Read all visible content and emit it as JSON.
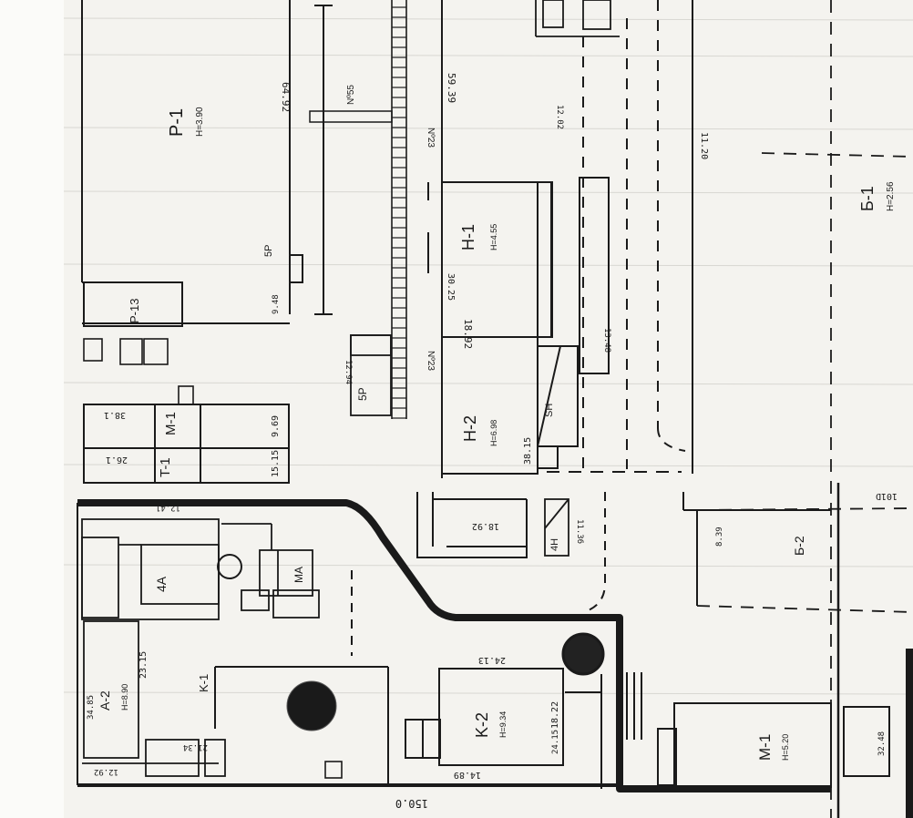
{
  "plan": {
    "colors": {
      "ink": "#1a1a1a",
      "paper": "#f4f3ef",
      "faint": "#9a9a96"
    },
    "labels": {
      "p1": "P-1",
      "p1_h": "H=3.90",
      "dim_6492": "64.92",
      "dim_5939": "59.39",
      "n55": "Nº55",
      "n23a": "Nº23",
      "n23b": "Nº23",
      "h1": "H-1",
      "h1_h": "H=4.55",
      "h2": "H-2",
      "h2_h": "H=6.98",
      "dim_3025": "30.25",
      "dim_1892a": "18.92",
      "dim_1892b": "18.92",
      "dim_3815": "38.15",
      "dim_1348": "13.48",
      "dim_1202": "12.02",
      "dim_1122": "11.20",
      "b1": "Б-1",
      "b1_h": "H=2.56",
      "b2": "Б-2",
      "dim_839": "8.39",
      "p13": "P-13",
      "dim_948": "9.48",
      "m1": "M-1",
      "t1": "T-1",
      "dim_381": "38.1",
      "dim_1515": "15.15",
      "dim_261": "26.1",
      "dim_969": "9.69",
      "sp": "5P",
      "dim_1294": "12.94",
      "four_a": "4A",
      "ma": "MA",
      "a2": "A-2",
      "a2_h": "H=8.90",
      "dim_2315": "23.15",
      "dim_3485": "34.85",
      "dim_1292": "12.92",
      "k1": "K-1",
      "k2": "K-2",
      "k2_h": "H=9.34",
      "dim_1822": "18.22",
      "dim_2413": "24.13",
      "dim_1489": "14.89",
      "dim_1500": "150.0",
      "m_right": "M-1",
      "m_right_h": "H=5.20",
      "dim_3248": "32.48",
      "dim_2415": "24.15",
      "dim_4h": "4H",
      "dim_101d": "101D",
      "dim_2134": "21.34",
      "dim_1241": "12.41",
      "sh": "SH",
      "dim_1136": "11.36"
    }
  }
}
